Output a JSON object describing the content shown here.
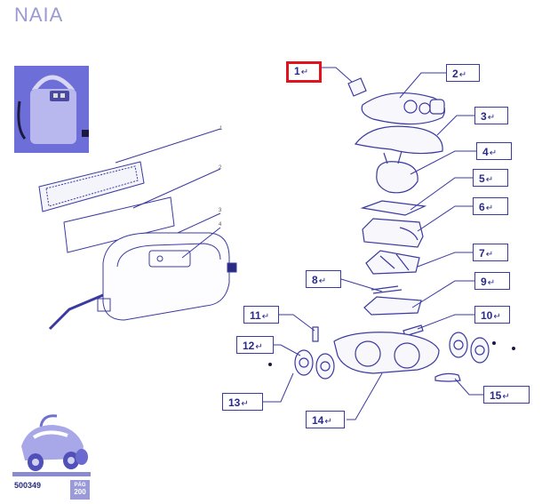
{
  "header": {
    "title": "NAIA"
  },
  "footer": {
    "code": "500349",
    "page_label": "PÁG",
    "page_number": "200"
  },
  "left_diagram": {
    "labels": [
      "1",
      "2",
      "3",
      "4"
    ]
  },
  "callouts": {
    "c1": "1",
    "c2": "2",
    "c3": "3",
    "c4": "4",
    "c5": "5",
    "c6": "6",
    "c7": "7",
    "c8": "8",
    "c9": "9",
    "c10": "10",
    "c11": "11",
    "c12": "12",
    "c13": "13",
    "c14": "14",
    "c15": "15",
    "return_mark": "↵",
    "highlighted": "1"
  },
  "colors": {
    "line": "#3a3aa0",
    "highlight": "#e0141e",
    "accent": "#6e6ed8"
  }
}
